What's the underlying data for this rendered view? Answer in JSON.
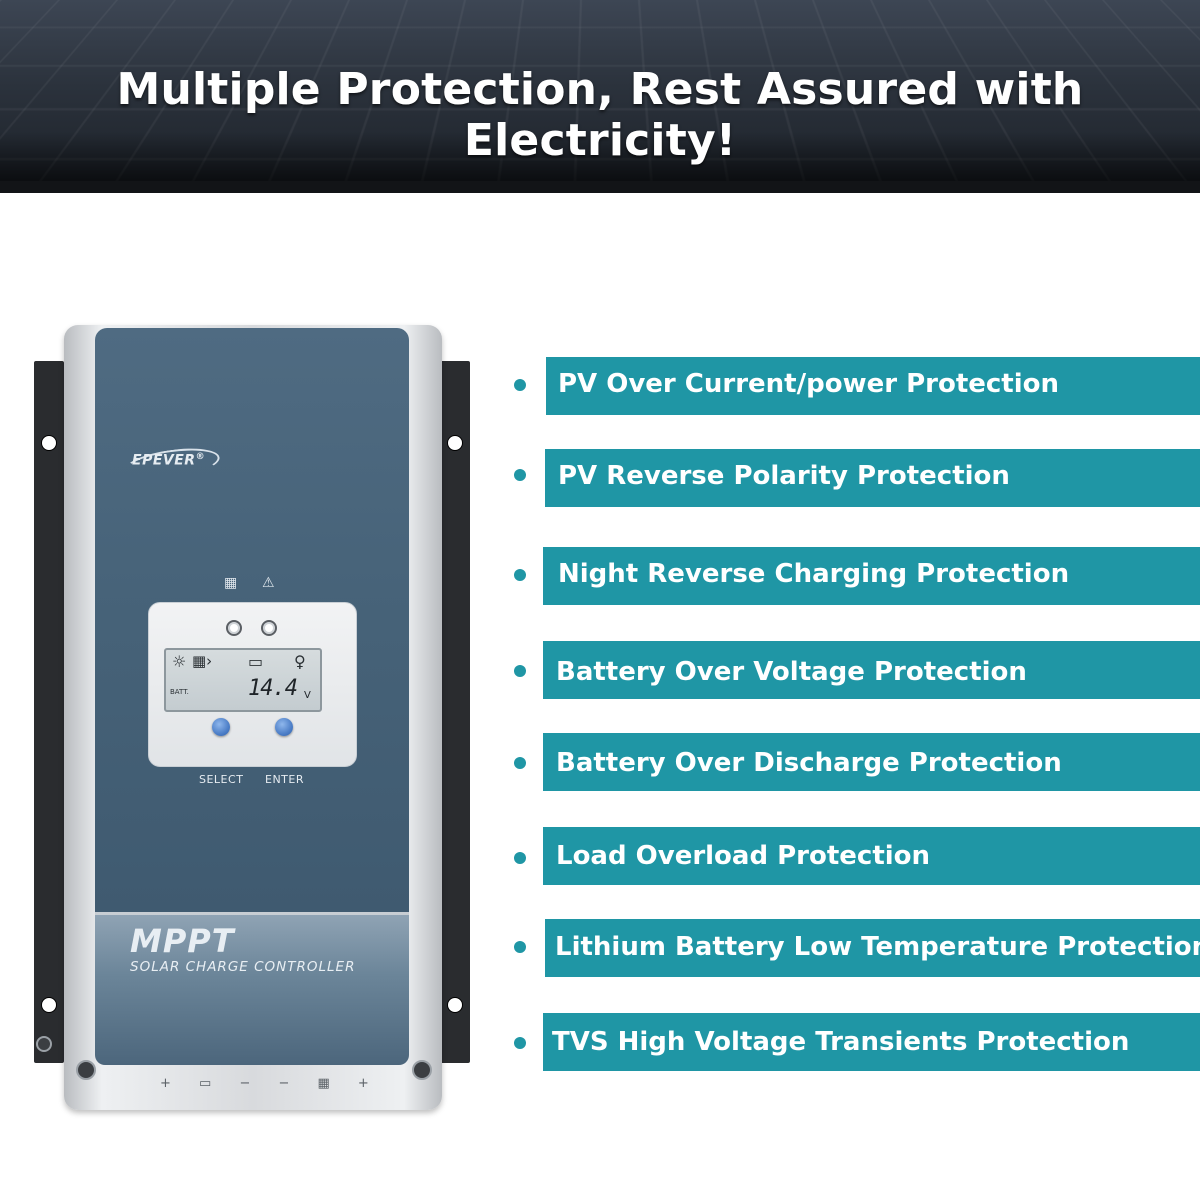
{
  "banner": {
    "title": "Multiple Protection, Rest Assured with Electricity!"
  },
  "device": {
    "brand": "EPEVER",
    "brand_mark": "®",
    "lcd_batt_label": "BATT.",
    "lcd_reading": "14.4",
    "lcd_unit": "V",
    "button_select": "SELECT",
    "button_enter": "ENTER",
    "product_name": "MPPT",
    "product_subtitle": "SOLAR CHARGE CONTROLLER",
    "terminal_labels": "+ ▭ − − ▦ +",
    "icons": [
      "solar-panel-icon",
      "warning-icon",
      "sun-icon",
      "battery-icon",
      "bulb-icon"
    ]
  },
  "features": [
    {
      "label": "PV Over Current/power Protection"
    },
    {
      "label": "PV Reverse Polarity Protection"
    },
    {
      "label": "Night Reverse Charging Protection"
    },
    {
      "label": "Battery Over Voltage Protection"
    },
    {
      "label": "Battery Over Discharge Protection"
    },
    {
      "label": "Load Overload Protection"
    },
    {
      "label": "Lithium Battery Low Temperature Protection"
    },
    {
      "label": "TVS High Voltage Transients Protection"
    }
  ],
  "colors": {
    "accent": "#1f96a5",
    "panel": "#466278",
    "banner": "#2b323c"
  }
}
